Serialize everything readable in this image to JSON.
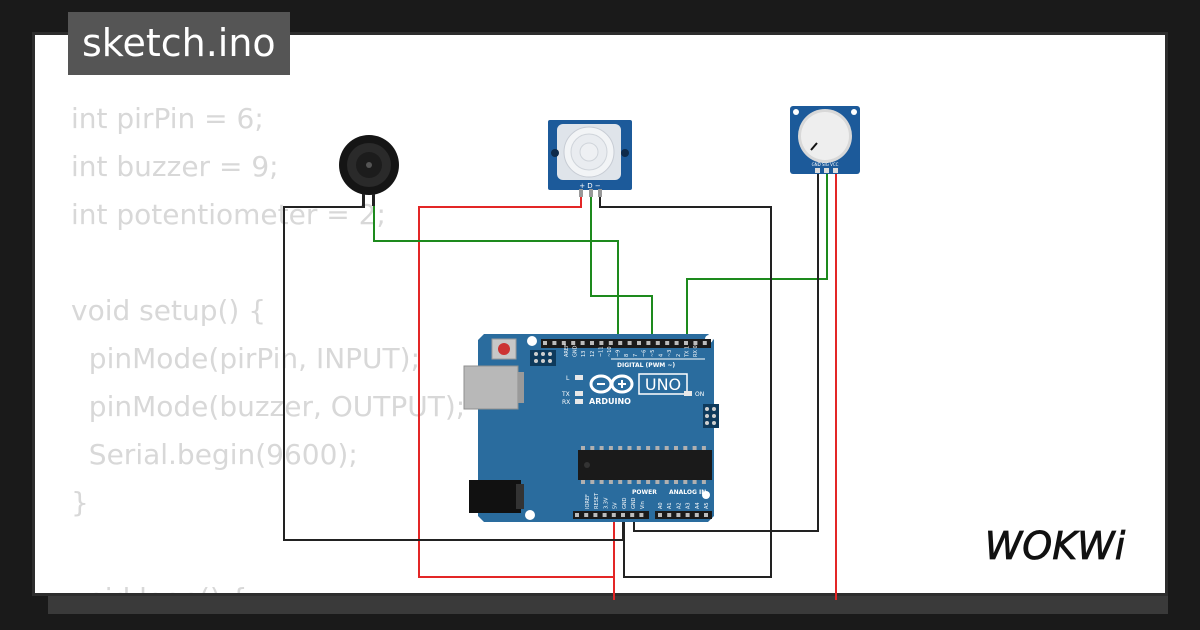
{
  "file_tab": {
    "name": "sketch.ino"
  },
  "code_lines": [
    "int pirPin = 6;",
    "int buzzer = 9;",
    "int potentiometer = 2;",
    "",
    "void setup() {",
    "  pinMode(pirPin, INPUT);",
    "  pinMode(buzzer, OUTPUT);",
    "  Serial.begin(9600);",
    "}",
    "",
    "void loop() {"
  ],
  "board": {
    "brand": "ARDUINO",
    "model": "UNO",
    "digital_label": "DIGITAL (PWM ~)",
    "power_label": "POWER",
    "analog_label": "ANALOG IN",
    "on_label": "ON",
    "led_labels": {
      "l": "L",
      "tx": "TX",
      "rx": "RX"
    },
    "top_pin_labels": [
      "AREF",
      "GND",
      "13",
      "12",
      "~11",
      "~10",
      "~9",
      "8",
      "7",
      "~6",
      "~5",
      "4",
      "~3",
      "2",
      "TX 1",
      "RX 0"
    ],
    "power_pin_labels": [
      "IOREF",
      "RESET",
      "3.3V",
      "5V",
      "GND",
      "GND",
      "Vin"
    ],
    "analog_pin_labels": [
      "A0",
      "A1",
      "A2",
      "A3",
      "A4",
      "A5"
    ]
  },
  "pir_sensor": {
    "pin_labels": "+ D −"
  },
  "potentiometer": {
    "pin_labels": "GND SIG VCC"
  },
  "brand": {
    "logo": "WOKWi"
  },
  "colors": {
    "background": "#1a1a1a",
    "card": "#ffffff",
    "board": "#2a6c9e",
    "wire_red": "#e32626",
    "wire_green": "#1d8a1d",
    "wire_black": "#222222",
    "code_text": "#d8d8d8",
    "tab_bg": "#555555"
  }
}
